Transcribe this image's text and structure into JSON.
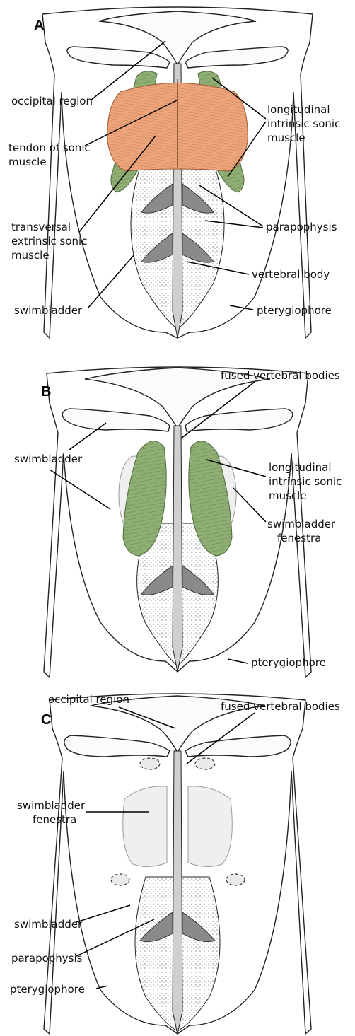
{
  "panels": {
    "A": {
      "letter": "A",
      "labels": {
        "occipital_region": "occipital region",
        "tendon_line1": "tendon of sonic",
        "tendon_line2": "muscle",
        "transversal_line1": "transversal",
        "transversal_line2": "extrinsic sonic",
        "transversal_line3": "muscle",
        "swimbladder": "swimbladder",
        "longitudinal_line1": "longitudinal",
        "longitudinal_line2": "intrinsic sonic",
        "longitudinal_line3": "muscle",
        "parapophysis": "parapophysis",
        "vertebral_body": "vertebral body",
        "pterygiophore": "pterygiophore"
      }
    },
    "B": {
      "letter": "B",
      "labels": {
        "fused_vertebral_bodies": "fused vertebral bodies",
        "swimbladder": "swimbladder",
        "longitudinal_line1": "longitudinal",
        "longitudinal_line2": "intrinsic sonic",
        "longitudinal_line3": "muscle",
        "fenestra_line1": "swimbladder",
        "fenestra_line2": "fenestra",
        "pterygiophore": "pterygiophore"
      }
    },
    "C": {
      "letter": "C",
      "labels": {
        "occipital_region": "occipital region",
        "fused_vertebral_bodies": "fused vertebral bodies",
        "fenestra_line1": "swimbladder",
        "fenestra_line2": "fenestra",
        "swimbladder": "swimbladder",
        "parapophysis": "parapophysis",
        "pterygiophore": "pterygiophore"
      }
    }
  },
  "colors": {
    "muscle_green": "#8fae74",
    "muscle_orange": "#eda47a",
    "fenestra_gray": "#efefef"
  }
}
